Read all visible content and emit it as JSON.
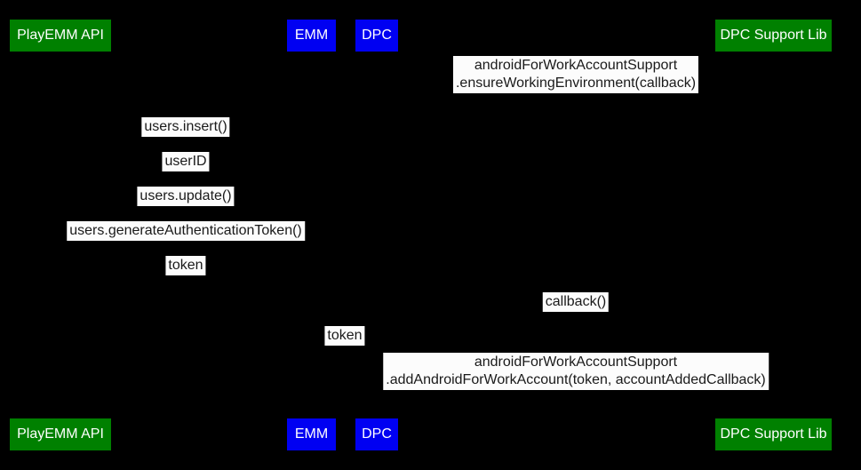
{
  "diagram_type": "sequence-diagram",
  "colors": {
    "background": "#000000",
    "actor_green": "#008000",
    "actor_blue": "#0000f2",
    "actor_text": "#ffffff",
    "message_background": "#fcfcfc",
    "message_text": "#1a1a1a"
  },
  "participants": {
    "playemm_api": "PlayEMM API",
    "emm": "EMM",
    "dpc": "DPC",
    "dpc_support_lib": "DPC Support Lib"
  },
  "messages": {
    "ensure_working_environment": {
      "line1": "androidForWorkAccountSupport",
      "line2": ".ensureWorkingEnvironment(callback)"
    },
    "users_insert": "users.insert()",
    "user_id": "userID",
    "users_update": "users.update()",
    "users_generate_authentication_token": "users.generateAuthenticationToken()",
    "token_reply": "token",
    "callback": "callback()",
    "token_forward": "token",
    "add_android_for_work_account": {
      "line1": "androidForWorkAccountSupport",
      "line2": ".addAndroidForWorkAccount(token, accountAddedCallback)"
    }
  }
}
